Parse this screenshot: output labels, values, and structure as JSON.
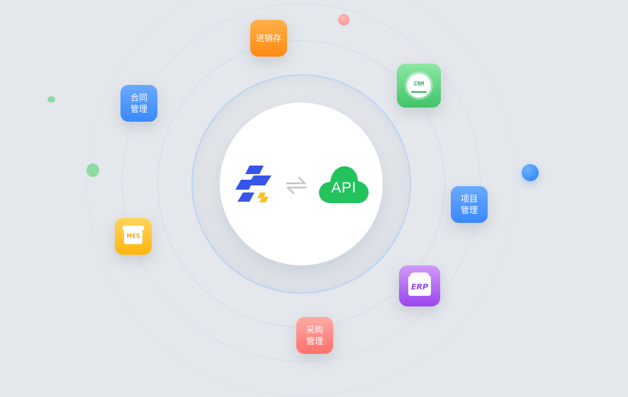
{
  "diagram": {
    "title": "",
    "center": {
      "left_logo": "lightning-brand-logo",
      "connector": "⇌",
      "right_label": "API",
      "right_icon": "cloud-icon"
    },
    "nodes": [
      {
        "id": "inventory",
        "label_line1": "进销存",
        "label_line2": "",
        "color": "#ff9a1f"
      },
      {
        "id": "crm",
        "label_line1": "CRM",
        "label_line2": "",
        "color": "#4cc774"
      },
      {
        "id": "project",
        "label_line1": "项目",
        "label_line2": "管理",
        "color": "#4b94fd"
      },
      {
        "id": "erp",
        "label_line1": "ERP",
        "label_line2": "",
        "color": "#a55cf0"
      },
      {
        "id": "procurement",
        "label_line1": "采购",
        "label_line2": "管理",
        "color": "#ff8079"
      },
      {
        "id": "mes",
        "label_line1": "MES",
        "label_line2": "",
        "color": "#ffbe24"
      },
      {
        "id": "contract",
        "label_line1": "合同",
        "label_line2": "管理",
        "color": "#4b94fd"
      }
    ],
    "decorations": [
      {
        "type": "dot",
        "color": "#f5a0a0"
      },
      {
        "type": "dot",
        "color": "#3d8ef8"
      },
      {
        "type": "dot",
        "color": "#8fd9a3"
      },
      {
        "type": "dot",
        "color": "#8fd9a3"
      }
    ],
    "colors": {
      "background": "#e4e7eb",
      "ring": "#bcd4f3",
      "brand_blue": "#3556e8",
      "brand_yellow": "#f7c21b",
      "api_green": "#22c35d"
    }
  }
}
